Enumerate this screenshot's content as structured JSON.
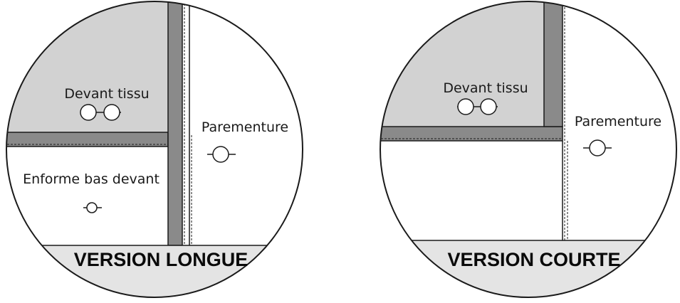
{
  "diagrams": [
    {
      "label_front": "Devant tissu",
      "label_facing": "Parementure",
      "label_lining": "Enforme bas devant",
      "version": "VERSION LONGUE"
    },
    {
      "label_front": "Devant tissu",
      "label_facing": "Parementure",
      "version": "VERSION COURTE"
    }
  ],
  "colors": {
    "fabric": "#d2d2d2",
    "seam_band": "#8a8a8a",
    "outline": "#1a1a1a",
    "banner": "#e4e4e4"
  },
  "icons": [
    "double-button-icon",
    "button-icon"
  ]
}
